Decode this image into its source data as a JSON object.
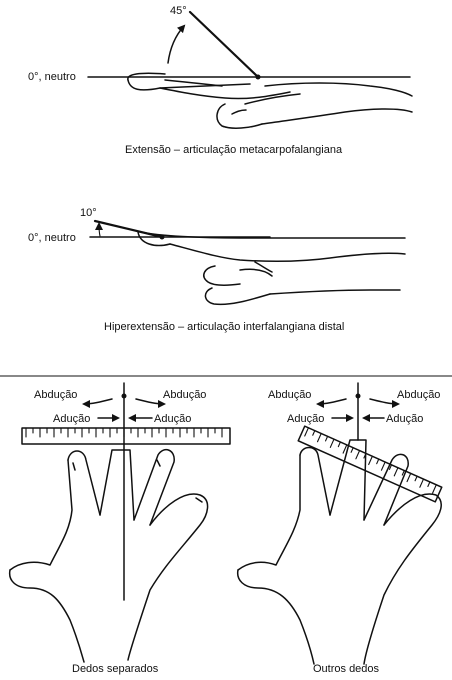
{
  "panel1": {
    "angle_label": "45°",
    "neutral_label": "0°, neutro",
    "caption": "Extensão – articulação metacarpofalangiana"
  },
  "panel2": {
    "angle_label": "10°",
    "neutral_label": "0°, neutro",
    "caption": "Hiperextensão – articulação interfalangiana distal"
  },
  "panel3": {
    "abduction_left": "Abdução",
    "abduction_right": "Abdução",
    "adduction_left": "Adução",
    "adduction_right": "Adução",
    "caption": "Dedos separados"
  },
  "panel4": {
    "abduction_left": "Abdução",
    "abduction_right": "Abdução",
    "adduction_left": "Adução",
    "adduction_right": "Adução",
    "caption": "Outros dedos"
  }
}
